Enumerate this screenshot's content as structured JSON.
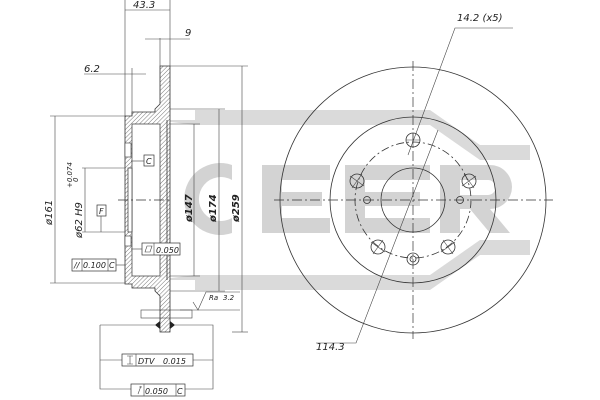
{
  "logo": {
    "text": "ICER",
    "color": "#c8c8c8"
  },
  "section_view": {
    "dims": {
      "total_height": "43.3",
      "disc_thickness": "9",
      "hub_thickness": "6.2",
      "hat_diameter": "ø161",
      "center_bore": "ø62  H9",
      "bore_tol_upper": "+0.074",
      "bore_tol_lower": "0",
      "inner_diameter": "ø147",
      "friction_inner": "ø174",
      "outer_diameter": "ø259"
    },
    "datums": {
      "c": "C",
      "f": "F"
    },
    "tolerances": {
      "flatness": "0.050",
      "parallelism": "0.100",
      "parallelism_datum": "C",
      "dtv_label": "DTV",
      "dtv_value": "0.015",
      "runout": "0.050",
      "runout_datum": "C"
    },
    "roughness": {
      "label": "Ra",
      "value": "3.2"
    }
  },
  "front_view": {
    "bolt_hole": "14.2  (x5)",
    "pcd": "114.3"
  }
}
